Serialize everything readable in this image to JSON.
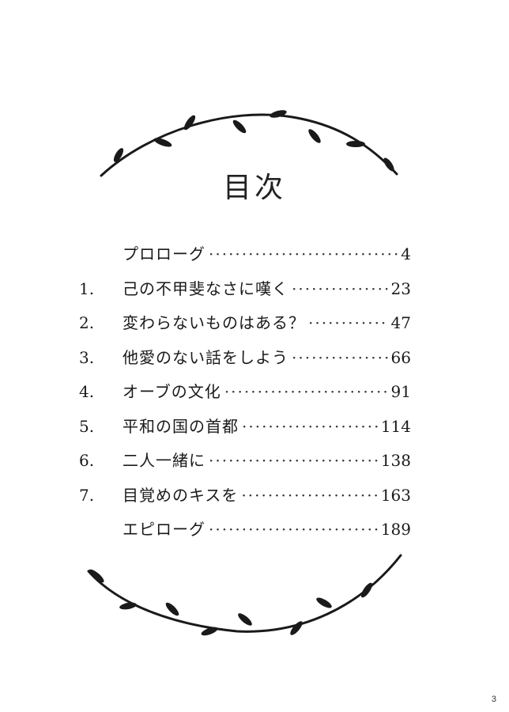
{
  "title": "目次",
  "toc": [
    {
      "num": "",
      "label": "プロローグ",
      "page": "4"
    },
    {
      "num": "1.",
      "label": "己の不甲斐なさに嘆く",
      "page": "23"
    },
    {
      "num": "2.",
      "label": "変わらないものはある？",
      "page": "47"
    },
    {
      "num": "3.",
      "label": "他愛のない話をしよう",
      "page": "66"
    },
    {
      "num": "4.",
      "label": "オーブの文化",
      "page": "91"
    },
    {
      "num": "5.",
      "label": "平和の国の首都",
      "page": "114"
    },
    {
      "num": "6.",
      "label": "二人一緒に",
      "page": "138"
    },
    {
      "num": "7.",
      "label": "目覚めのキスを",
      "page": "163"
    },
    {
      "num": "",
      "label": "エピローグ",
      "page": "189"
    }
  ],
  "page_number": "3",
  "decorations": {
    "top": "laurel-vine-icon",
    "bottom": "laurel-vine-icon",
    "color": "#1a1a1a"
  }
}
